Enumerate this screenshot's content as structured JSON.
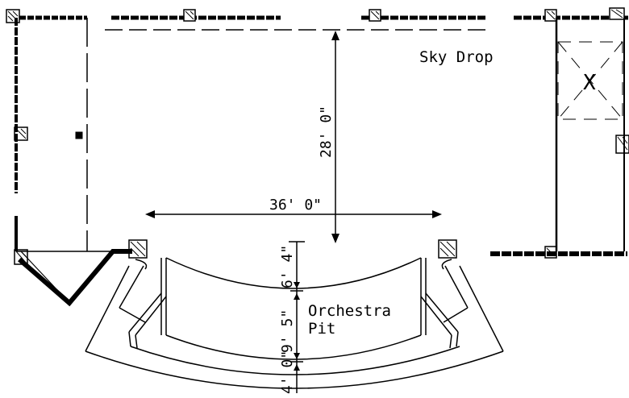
{
  "labels": {
    "sky_drop": "Sky Drop",
    "orchestra_pit_line1": "Orchestra",
    "orchestra_pit_line2": "Pit",
    "stage_depth": "28' 0\"",
    "stage_width": "36' 0\"",
    "apron_depth": "6' 4\"",
    "pit_depth": "9' 5\"",
    "pit_rail_depth": "4' 0\""
  },
  "colors": {
    "ink": "#000000",
    "paper": "#ffffff"
  },
  "icons": {
    "flat_cross_bracing": "x-cross-icon",
    "wall_marker": "hatched-square-icon"
  }
}
